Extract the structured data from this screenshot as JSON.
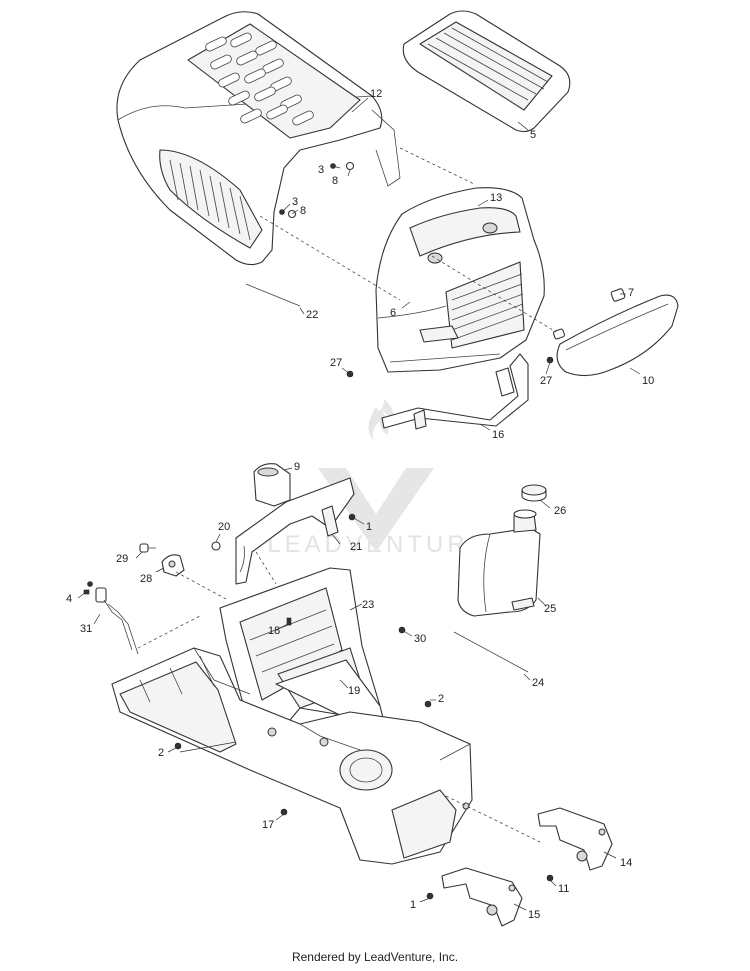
{
  "watermark": {
    "text": "LEADVENTURE"
  },
  "footer": {
    "text": "Rendered by LeadVenture, Inc."
  },
  "callouts": [
    "12",
    "5",
    "3",
    "8",
    "3",
    "8",
    "13",
    "7",
    "22",
    "6",
    "27",
    "27",
    "10",
    "16",
    "9",
    "1",
    "20",
    "21",
    "29",
    "28",
    "26",
    "4",
    "31",
    "18",
    "23",
    "25",
    "30",
    "24",
    "19",
    "2",
    "2",
    "17",
    "14",
    "11",
    "1",
    "15"
  ]
}
